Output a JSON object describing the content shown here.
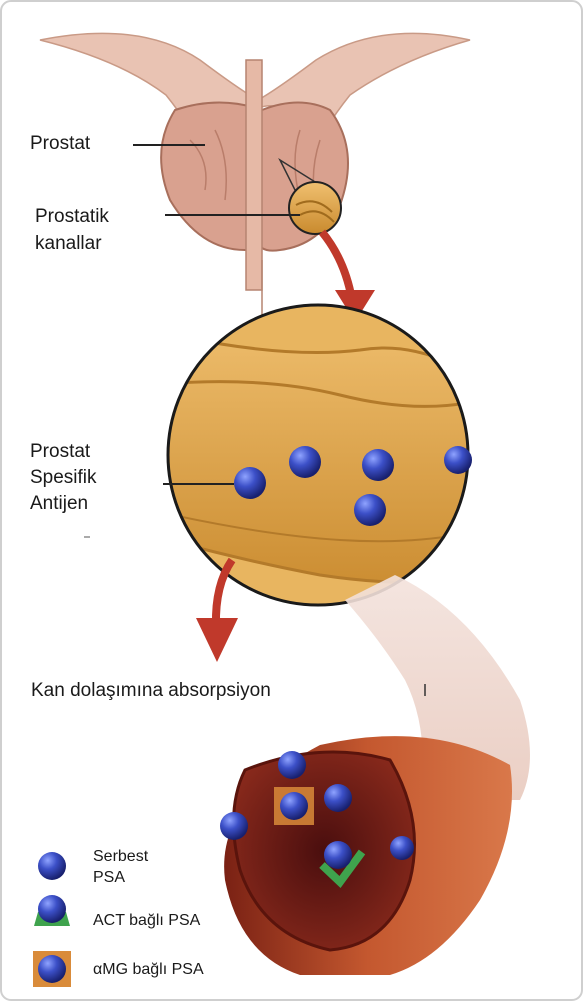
{
  "labels": {
    "prostate": "Prostat",
    "ducts_line1": "Prostatik",
    "ducts_line2": "kanallar",
    "psa_line1": "Prostat",
    "psa_line2": "Spesifik",
    "psa_line3": "Antijen",
    "absorption": "Kan dolaşımına absorpsiyon"
  },
  "legend": {
    "free_line1": "Serbest",
    "free_line2": "PSA",
    "act": "ACT bağlı PSA",
    "amg": "αMG bağlı PSA"
  },
  "colors": {
    "prostate_tissue": "#d9a18f",
    "duct_gold": "#d9a145",
    "vessel_red": "#b5472a",
    "psa_blue": "#2e3fb0",
    "arrow_red": "#c0392b",
    "act_green": "#3fa34d",
    "amg_orange": "#d98b3a"
  }
}
